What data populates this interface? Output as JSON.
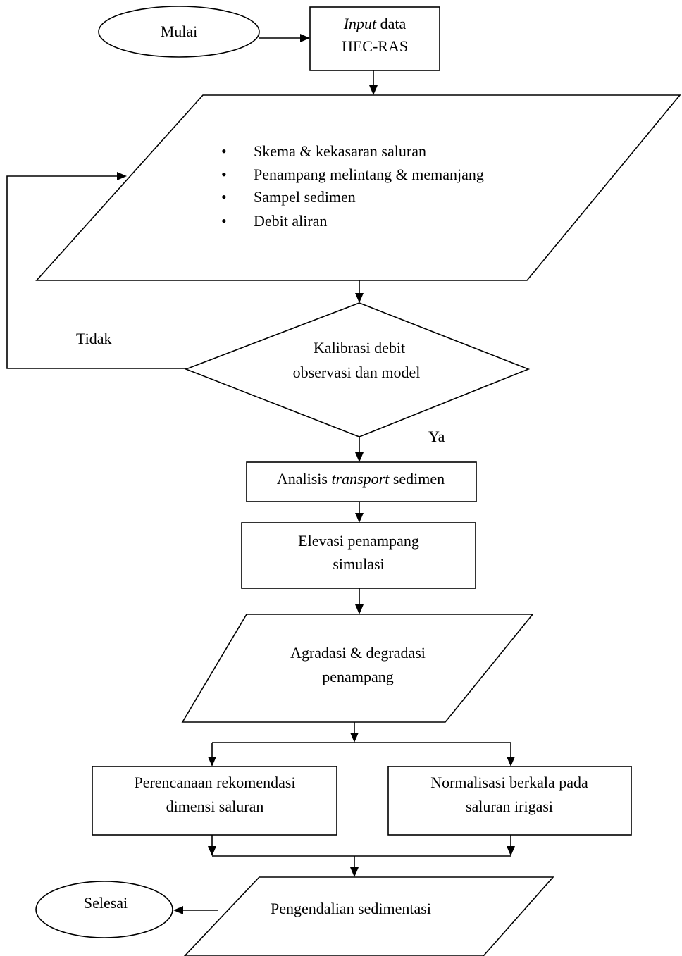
{
  "flowchart": {
    "start": "Mulai",
    "input_box": {
      "line1_italic": "Input",
      "line1_rest": " data",
      "line2": "HEC-RAS"
    },
    "input_data": {
      "bullet": "•",
      "items": [
        "Skema & kekasaran saluran",
        "Penampang melintang  & memanjang",
        "Sampel sedimen",
        "Debit aliran"
      ]
    },
    "decision": {
      "line1": "Kalibrasi debit",
      "line2": "observasi dan model"
    },
    "no_label": "Tidak",
    "yes_label": "Ya",
    "transport": {
      "pre": "Analisis ",
      "italic": "transport",
      "post": " sedimen"
    },
    "elevation": {
      "line1": "Elevasi penampang",
      "line2": "simulasi"
    },
    "agradation": {
      "line1": "Agradasi & degradasi",
      "line2": "penampang"
    },
    "recommendation": {
      "line1": "Perencanaan rekomendasi",
      "line2": "dimensi  saluran"
    },
    "normalization": {
      "line1": "Normalisasi  berkala pada",
      "line2": "saluran irigasi"
    },
    "control": "Pengendalian sedimentasi",
    "end": "Selesai"
  }
}
